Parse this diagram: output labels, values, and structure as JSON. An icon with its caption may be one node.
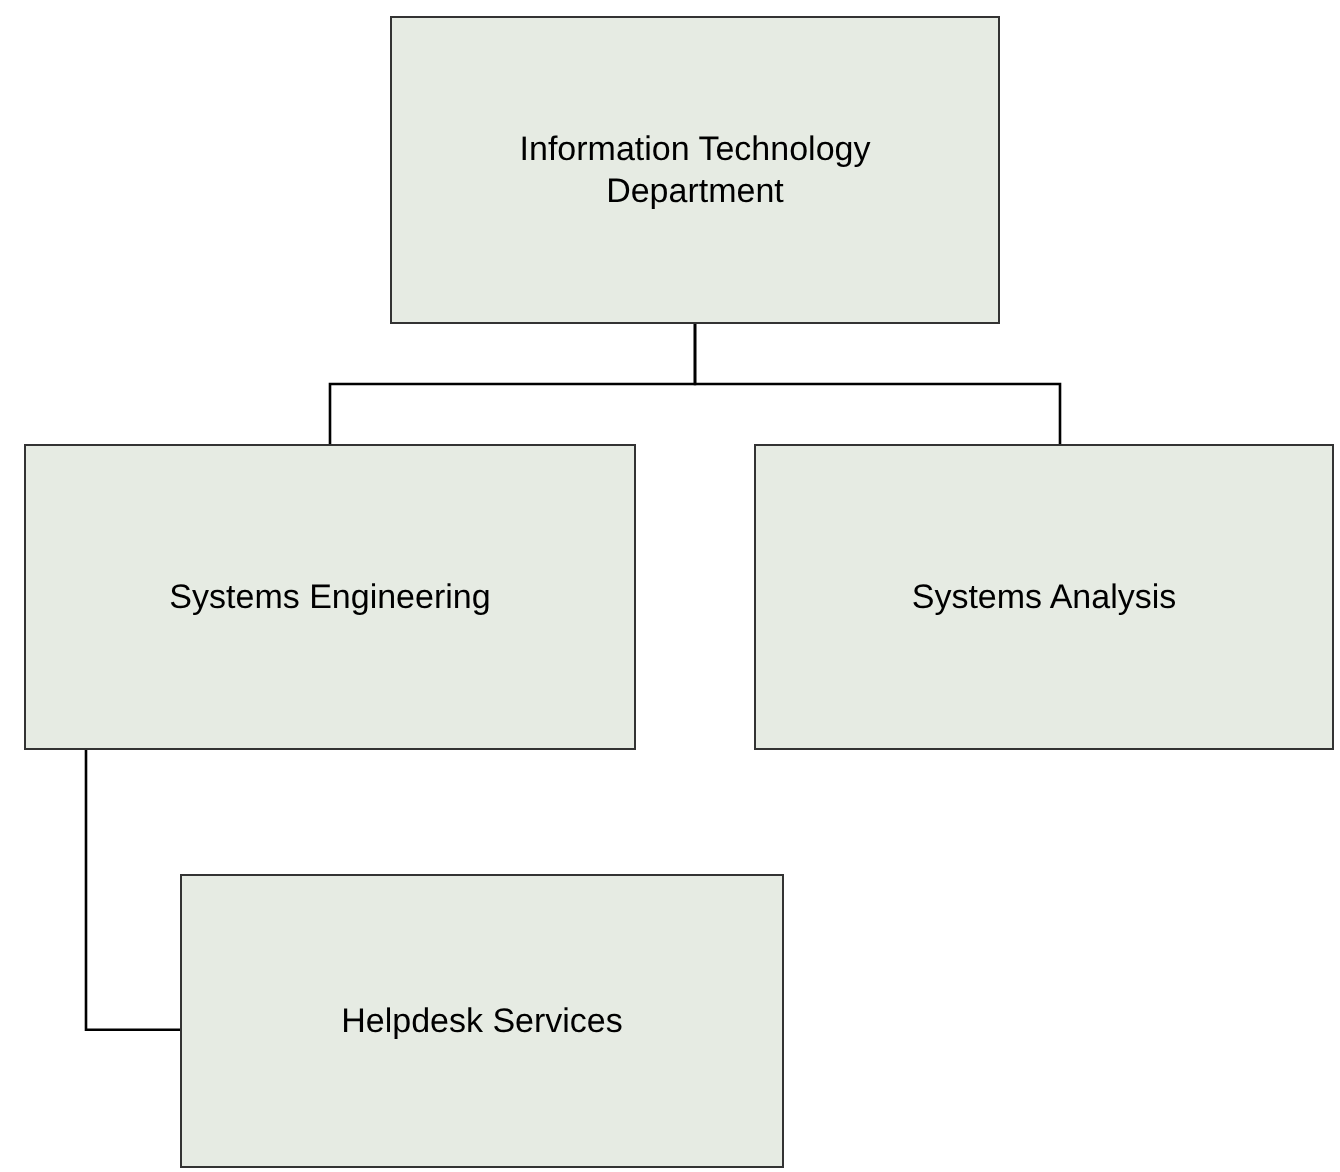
{
  "diagram": {
    "nodes": [
      {
        "text": [
          "Information Technology Department"
        ]
      },
      {
        "text": [
          "Systems Engineering"
        ]
      },
      {
        "text": [
          "Systems Analysis"
        ]
      },
      {
        "text": [
          "Helpdesk Services"
        ]
      }
    ],
    "edges": [
      {
        "from": 0,
        "to": 1,
        "arrow": "none"
      },
      {
        "from": 0,
        "to": 2,
        "arrow": "none"
      },
      {
        "from": 1,
        "to": 3,
        "arrow": "none"
      }
    ]
  }
}
